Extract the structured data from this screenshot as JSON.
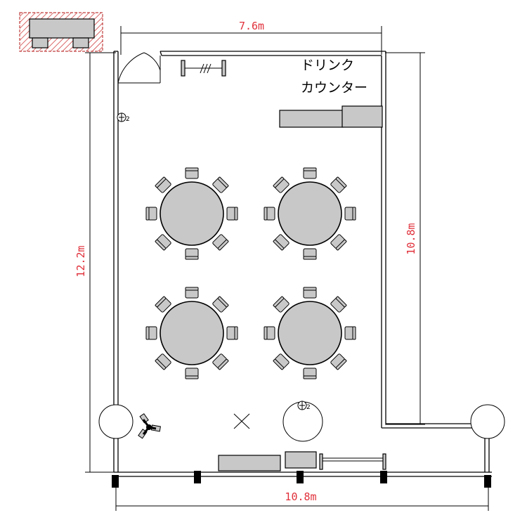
{
  "dimensions": {
    "top_width": "7.6m",
    "bottom_width": "10.8m",
    "left_height": "12.2m",
    "right_height": "10.8m"
  },
  "counter_label": {
    "line1": "ドリンク",
    "line2": "カウンター"
  },
  "outlets": {
    "upper_left": "2",
    "lower_center": "2"
  },
  "colors": {
    "dimension_text": "#e0303a",
    "furniture_fill": "#c8c8c8",
    "hatch": "#d04040"
  }
}
